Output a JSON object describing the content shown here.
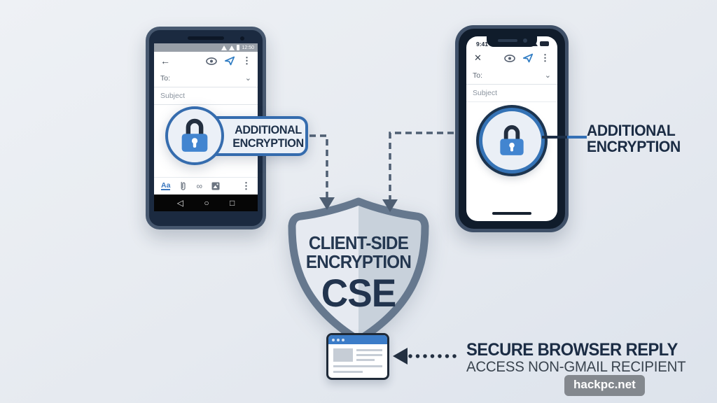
{
  "colors": {
    "accent_blue": "#3573b6",
    "navy_text": "#1b2c44",
    "slate_border": "#66788e",
    "badge_fill": "#ebf0f7",
    "background": "#e6eaf0",
    "dashed_arrow": "#4e5e72"
  },
  "left_phone": {
    "status_time": "12:50",
    "to_label": "To:",
    "subject_label": "Subject",
    "format_button": "Aa"
  },
  "right_phone": {
    "status_time": "9:41",
    "to_label": "To:",
    "subject_label": "Subject"
  },
  "left_badge": {
    "line1": "ADDITIONAL",
    "line2": "ENCRYPTION"
  },
  "right_badge": {
    "line1": "ADDITIONAL",
    "line2": "ENCRYPTION"
  },
  "shield": {
    "line1": "CLIENT-SIDE",
    "line2": "ENCRYPTION",
    "acronym": "CSE"
  },
  "reply_note": {
    "title": "SECURE BROWSER REPLY",
    "subtitle": "ACCESS NON-GMAIL RECIPIENT"
  },
  "watermark": "hackpc.net",
  "glyphs": {
    "back_arrow": "←",
    "close": "✕",
    "more_vertical": "⋮",
    "chevron_down": "⌄",
    "nav_back": "◁",
    "nav_home": "○",
    "nav_recents": "□",
    "link": "∞"
  }
}
